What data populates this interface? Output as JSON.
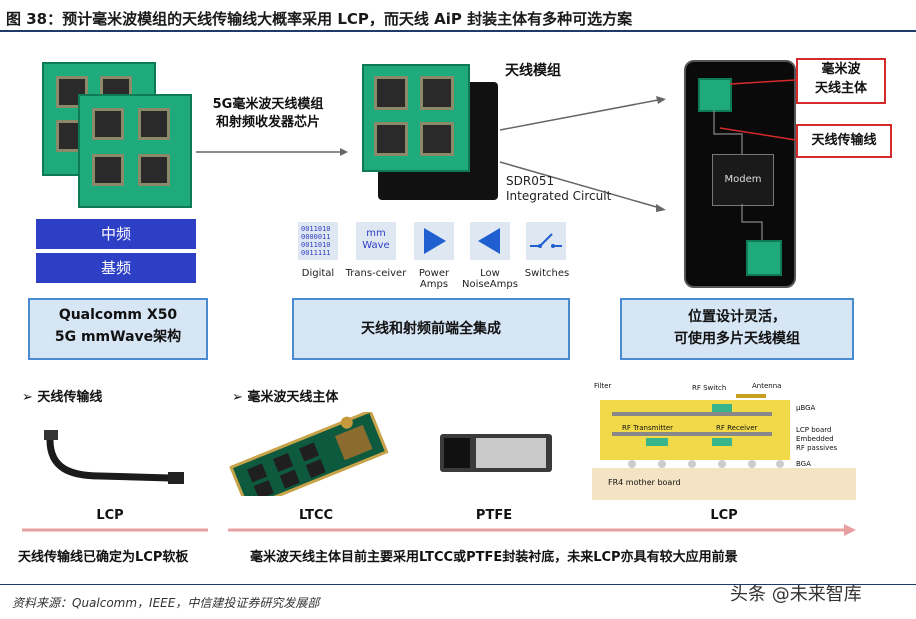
{
  "title": "图 38：预计毫米波模组的天线传输线大概率采用 LCP，而天线 AiP 封装主体有多种可选方案",
  "top_section": {
    "arrow_label": "5G毫米波天线模组\n和射频收发器芯片",
    "module_label": "天线模组",
    "chip_label": "SDR051\nIntegrated Circuit",
    "band_boxes": [
      "中频",
      "基频"
    ],
    "icons": [
      {
        "name": "digital",
        "glyph": "0011010\n0000011\n0011010\n0011111",
        "label": "Digital"
      },
      {
        "name": "transceiver",
        "glyph": "mm\nWave",
        "label": "Trans-ceiver"
      },
      {
        "name": "power-amps",
        "label": "Power\nAmps"
      },
      {
        "name": "low-noise-amps",
        "label": "Low\nNoiseAmps"
      },
      {
        "name": "switches",
        "label": "Switches"
      }
    ],
    "phone": {
      "modem_label": "Modem",
      "callout_body": "毫米波\n天线主体",
      "callout_line": "天线传输线"
    },
    "summaries": [
      "Qualcomm X50\n5G mmWave架构",
      "天线和射频前端全集成",
      "位置设计灵活，\n可使用多片天线模组"
    ]
  },
  "bottom_section": {
    "left_heading": "天线传输线",
    "mid_heading": "毫米波天线主体",
    "captions": [
      "LCP",
      "LTCC",
      "PTFE",
      "LCP"
    ],
    "stack_labels": {
      "filter": "Filter",
      "rf_switch": "RF Switch",
      "antenna": "Antenna",
      "ubga": "μBGA",
      "rf_transmitter": "RF Transmitter",
      "rf_receiver": "RF Receiver",
      "lcp_board": "LCP board\nEmbedded\nRF passives",
      "bga": "BGA",
      "fr4": "FR4 mother board"
    },
    "footer_left": "天线传输线已确定为LCP软板",
    "footer_right": "毫米波天线主体目前主要采用LTCC或PTFE封装衬底，未来LCP亦具有较大应用前景"
  },
  "source": "资料来源：Qualcomm，IEEE，中信建投证券研究发展部",
  "watermark": "头条 @未来智库",
  "colors": {
    "accent_red": "#d42a2a",
    "board_green": "#1eaa7a",
    "band_blue": "#2d3fc4",
    "summary_fill": "#d6e6f5"
  }
}
